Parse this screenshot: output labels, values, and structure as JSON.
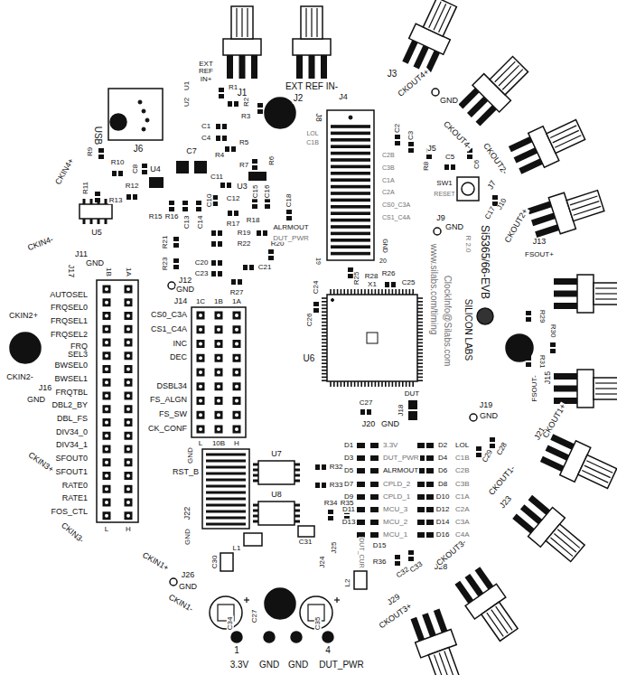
{
  "diagram": {
    "labels": [
      "EXT REF IN+",
      "J1",
      "U1",
      "U2",
      "R1",
      "R2",
      "R3",
      "EXT REF IN-",
      "J2",
      "USB",
      "J6",
      "C1",
      "C4",
      "R5",
      "R4",
      "C7",
      "R7",
      "R6",
      "R9",
      "R10",
      "R11",
      "R12",
      "R13",
      "C8",
      "U4",
      "U5",
      "R15",
      "R16",
      "C13",
      "C14",
      "C10",
      "C11",
      "C12",
      "U3",
      "C15",
      "C16",
      "C18",
      "R17",
      "R18",
      "R19",
      "R22",
      "R20",
      "R21",
      "R23",
      "ALRMOUT",
      "DUT_PWR",
      "C20",
      "C23",
      "C21",
      "R27",
      "J12",
      "GND",
      "J11",
      "GND",
      "J17",
      "1B",
      "1A",
      "CKIN4+",
      "CKIN4-",
      "CKIN2+",
      "CKIN2-",
      "J16",
      "GND",
      "CKIN3+",
      "CKIN3-",
      "AUTOSEL",
      "FRQSEL0",
      "FRQSEL1",
      "FRQSEL2",
      "FRQ SEL3",
      "BWSEL0",
      "BWSEL1",
      "FRQTBL",
      "DBL2_BY",
      "DBL_FS",
      "DIV34_0",
      "DIV34_1",
      "SFOUT0",
      "SFOUT1",
      "RATE0",
      "RATE1",
      "FOS_CTL",
      "L",
      "H",
      "CKIN1+",
      "CKIN1-",
      "J14",
      "1C",
      "1B",
      "1A",
      "CS0_C3A",
      "CS1_C4A",
      "INC",
      "DEC",
      "DSBL34",
      "FS_ALGN",
      "FS_SW",
      "CK_CONF",
      "L",
      "10B",
      "H",
      "GND",
      "RST_B",
      "J22",
      "GND",
      "U7",
      "U8",
      "R32",
      "R33",
      "R34",
      "R35",
      "DUT_CUR",
      "J25",
      "J24",
      "C31",
      "D15",
      "R36",
      "L2",
      "L1",
      "J26",
      "GND",
      "C30",
      "C34",
      "C27",
      "C35",
      "1",
      "3.3V",
      "GND",
      "GND",
      "DUT_PWR",
      "4",
      "D1",
      "D3",
      "D5",
      "D7",
      "D9",
      "D11",
      "D13",
      "3.3V",
      "DUT_PWR",
      "ALRMOUT",
      "CPLD_2",
      "CPLD_1",
      "MCU_3",
      "MCU_2",
      "MCU_1",
      "D2",
      "D4",
      "D6",
      "D8",
      "D10",
      "D12",
      "D14",
      "D16",
      "LOL",
      "C1B",
      "C2B",
      "C3B",
      "C1A",
      "C2A",
      "C3A",
      "C4A",
      "J4",
      "J8",
      "LOL",
      "C1B",
      "C2B",
      "C3B",
      "C1A",
      "C2A",
      "CS0_C3A",
      "CS1_C4A",
      "GND",
      "20",
      "19",
      "J3",
      "CKOUT4+",
      "GND",
      "C2",
      "C3",
      "J5",
      "CKOUT4-",
      "R8",
      "C5",
      "C6",
      "SW1",
      "RESET",
      "J7",
      "CKOUT2-",
      "J9",
      "GND",
      "C17",
      "J10",
      "CKOUT2+",
      "R 2.0",
      "Si5365/66-EVB",
      "SILICON LABS",
      "www.silabs.com/timing",
      "ClockInfo@Silabs.com",
      "J13",
      "FSOUT+",
      "R29",
      "R30",
      "R31",
      "FSOUT-",
      "J15",
      "J19",
      "GND",
      "J21",
      "CKOUT1+",
      "C29",
      "C28",
      "J23",
      "CKOUT1-",
      "J28",
      "CKOUT3-",
      "C32",
      "C33",
      "J29",
      "CKOUT3+",
      "R26",
      "C25",
      "C24",
      "R25",
      "R28",
      "X1",
      "C26",
      "U6",
      "C27",
      "DUT",
      "J18",
      "J20",
      "GND"
    ]
  }
}
